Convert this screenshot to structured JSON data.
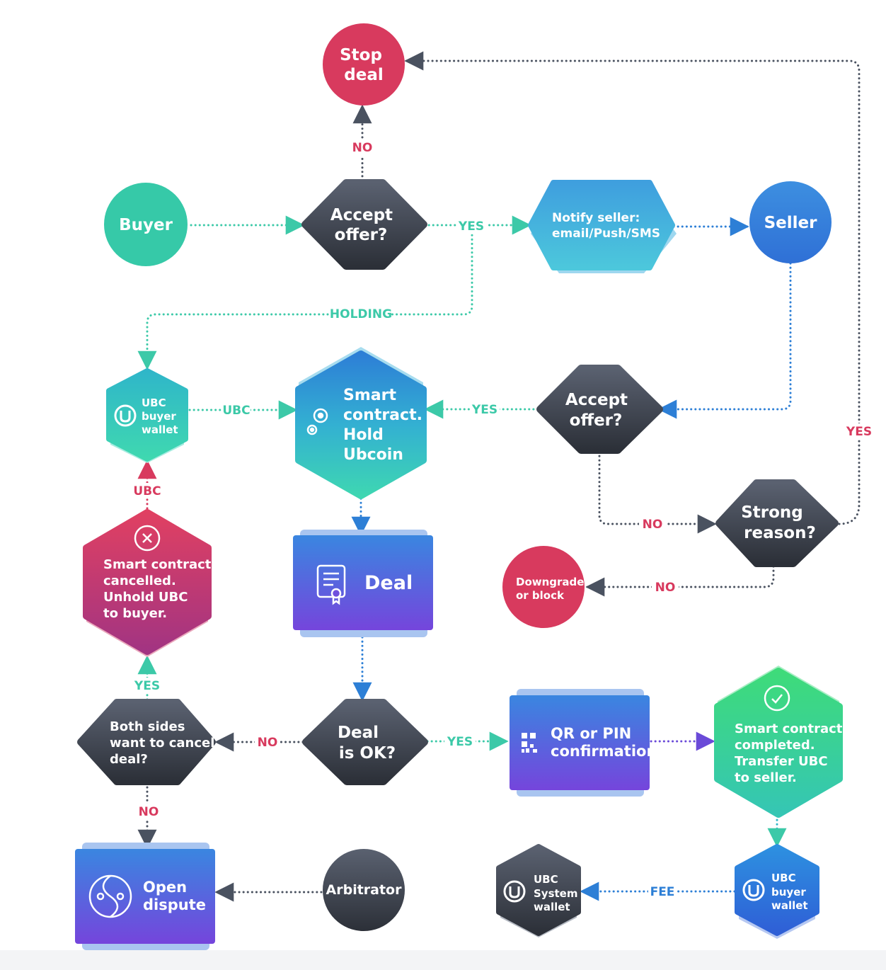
{
  "nodes": {
    "stop_deal": [
      "Stop",
      "deal"
    ],
    "buyer": "Buyer",
    "accept_offer_1": [
      "Accept",
      "offer?"
    ],
    "notify_seller": [
      "Notify seller:",
      "email/Push/SMS"
    ],
    "seller": "Seller",
    "buyer_wallet_1": [
      "UBC",
      "buyer",
      "wallet"
    ],
    "smart_contract_hold": [
      "Smart",
      "contract.",
      "Hold",
      "Ubcoin"
    ],
    "accept_offer_2": [
      "Accept",
      "offer?"
    ],
    "strong_reason": [
      "Strong",
      "reason?"
    ],
    "downgrade": [
      "Downgrade",
      "or block"
    ],
    "cancelled": [
      "Smart contract",
      "cancelled.",
      "Unhold UBC",
      "to buyer."
    ],
    "deal": "Deal",
    "both_sides": [
      "Both sides",
      "want to cancel",
      "deal?"
    ],
    "deal_ok": [
      "Deal",
      "is OK?"
    ],
    "qr_pin": [
      "QR or PIN",
      "confirmation"
    ],
    "completed": [
      "Smart contract",
      "completed.",
      "Transfer UBC",
      "to seller."
    ],
    "open_dispute": [
      "Open",
      "dispute"
    ],
    "arbitrator": "Arbitrator",
    "system_wallet": [
      "UBC",
      "System",
      "wallet"
    ],
    "buyer_wallet_2": [
      "UBC",
      "buyer",
      "wallet"
    ]
  },
  "edges": {
    "no": "NO",
    "yes": "YES",
    "holding": "HOLDING",
    "ubc": "UBC",
    "fee": "FEE"
  },
  "colors": {
    "red": "#d83a5e",
    "teal": "#36c9a8",
    "dark": "#3b404a",
    "blue": "#2d7fd6",
    "purple": "#7545dc",
    "green": "#3ed17e",
    "dotted_grey": "#4a5260",
    "dotted_teal": "#3cc9a8",
    "dotted_blue": "#2d7fd6"
  }
}
